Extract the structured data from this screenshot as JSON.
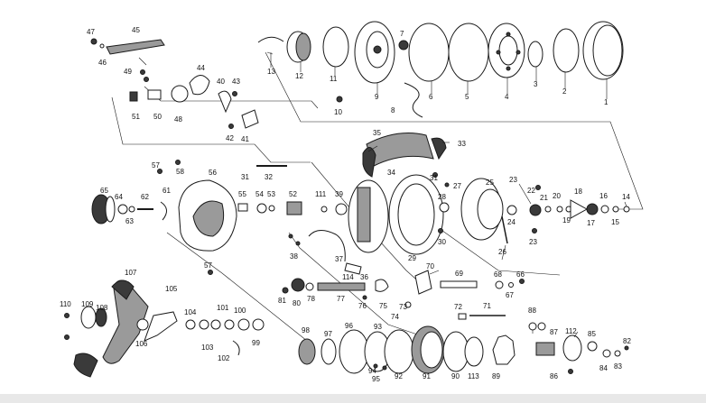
{
  "labels": [
    {
      "id": "p1",
      "text": "1"
    },
    {
      "id": "p2",
      "text": "2"
    },
    {
      "id": "p3",
      "text": "3"
    },
    {
      "id": "p4",
      "text": "4"
    },
    {
      "id": "p5",
      "text": "5"
    },
    {
      "id": "p6",
      "text": "6"
    },
    {
      "id": "p7",
      "text": "7"
    },
    {
      "id": "p8",
      "text": "8"
    },
    {
      "id": "p9",
      "text": "9"
    },
    {
      "id": "p10",
      "text": "10"
    },
    {
      "id": "p11",
      "text": "11"
    },
    {
      "id": "p12",
      "text": "12"
    },
    {
      "id": "p13",
      "text": "13"
    },
    {
      "id": "p14",
      "text": "14"
    },
    {
      "id": "p15",
      "text": "15"
    },
    {
      "id": "p16",
      "text": "16"
    },
    {
      "id": "p17",
      "text": "17"
    },
    {
      "id": "p18",
      "text": "18"
    },
    {
      "id": "p19",
      "text": "19"
    },
    {
      "id": "p20",
      "text": "20"
    },
    {
      "id": "p21",
      "text": "21"
    },
    {
      "id": "p22",
      "text": "22"
    },
    {
      "id": "p23a",
      "text": "23"
    },
    {
      "id": "p23b",
      "text": "23"
    },
    {
      "id": "p24",
      "text": "24"
    },
    {
      "id": "p25",
      "text": "25"
    },
    {
      "id": "p26",
      "text": "26"
    },
    {
      "id": "p27",
      "text": "27"
    },
    {
      "id": "p28",
      "text": "28"
    },
    {
      "id": "p29",
      "text": "29"
    },
    {
      "id": "p30",
      "text": "30"
    },
    {
      "id": "p31a",
      "text": "31"
    },
    {
      "id": "p31b",
      "text": "31"
    },
    {
      "id": "p32",
      "text": "32"
    },
    {
      "id": "p33",
      "text": "33"
    },
    {
      "id": "p34",
      "text": "34"
    },
    {
      "id": "p35",
      "text": "35"
    },
    {
      "id": "p36",
      "text": "36"
    },
    {
      "id": "p37",
      "text": "37"
    },
    {
      "id": "p38",
      "text": "38"
    },
    {
      "id": "p39",
      "text": "39"
    },
    {
      "id": "p40",
      "text": "40"
    },
    {
      "id": "p41",
      "text": "41"
    },
    {
      "id": "p42",
      "text": "42"
    },
    {
      "id": "p43",
      "text": "43"
    },
    {
      "id": "p44",
      "text": "44"
    },
    {
      "id": "p45",
      "text": "45"
    },
    {
      "id": "p46",
      "text": "46"
    },
    {
      "id": "p47",
      "text": "47"
    },
    {
      "id": "p48",
      "text": "48"
    },
    {
      "id": "p49",
      "text": "49"
    },
    {
      "id": "p50",
      "text": "50"
    },
    {
      "id": "p51",
      "text": "51"
    },
    {
      "id": "p52",
      "text": "52"
    },
    {
      "id": "p53",
      "text": "53"
    },
    {
      "id": "p54",
      "text": "54"
    },
    {
      "id": "p55",
      "text": "55"
    },
    {
      "id": "p56",
      "text": "56"
    },
    {
      "id": "p57a",
      "text": "57"
    },
    {
      "id": "p57b",
      "text": "57"
    },
    {
      "id": "p58",
      "text": "58"
    },
    {
      "id": "p61",
      "text": "61"
    },
    {
      "id": "p62",
      "text": "62"
    },
    {
      "id": "p63",
      "text": "63"
    },
    {
      "id": "p64",
      "text": "64"
    },
    {
      "id": "p65",
      "text": "65"
    },
    {
      "id": "p66",
      "text": "66"
    },
    {
      "id": "p67",
      "text": "67"
    },
    {
      "id": "p68",
      "text": "68"
    },
    {
      "id": "p69",
      "text": "69"
    },
    {
      "id": "p70",
      "text": "70"
    },
    {
      "id": "p71",
      "text": "71"
    },
    {
      "id": "p72",
      "text": "72"
    },
    {
      "id": "p73",
      "text": "73"
    },
    {
      "id": "p74",
      "text": "74"
    },
    {
      "id": "p75",
      "text": "75"
    },
    {
      "id": "p76",
      "text": "76"
    },
    {
      "id": "p77",
      "text": "77"
    },
    {
      "id": "p78",
      "text": "78"
    },
    {
      "id": "p80",
      "text": "80"
    },
    {
      "id": "p81",
      "text": "81"
    },
    {
      "id": "p82",
      "text": "82"
    },
    {
      "id": "p83",
      "text": "83"
    },
    {
      "id": "p84",
      "text": "84"
    },
    {
      "id": "p85",
      "text": "85"
    },
    {
      "id": "p86",
      "text": "86"
    },
    {
      "id": "p87",
      "text": "87"
    },
    {
      "id": "p88",
      "text": "88"
    },
    {
      "id": "p89",
      "text": "89"
    },
    {
      "id": "p90",
      "text": "90"
    },
    {
      "id": "p91",
      "text": "91"
    },
    {
      "id": "p92",
      "text": "92"
    },
    {
      "id": "p93",
      "text": "93"
    },
    {
      "id": "p94",
      "text": "94"
    },
    {
      "id": "p95",
      "text": "95"
    },
    {
      "id": "p96",
      "text": "96"
    },
    {
      "id": "p97",
      "text": "97"
    },
    {
      "id": "p98",
      "text": "98"
    },
    {
      "id": "p99",
      "text": "99"
    },
    {
      "id": "p100",
      "text": "100"
    },
    {
      "id": "p101",
      "text": "101"
    },
    {
      "id": "p102",
      "text": "102"
    },
    {
      "id": "p103",
      "text": "103"
    },
    {
      "id": "p104",
      "text": "104"
    },
    {
      "id": "p105",
      "text": "105"
    },
    {
      "id": "p106",
      "text": "106"
    },
    {
      "id": "p107",
      "text": "107"
    },
    {
      "id": "p108",
      "text": "108"
    },
    {
      "id": "p109",
      "text": "109"
    },
    {
      "id": "p110",
      "text": "110"
    },
    {
      "id": "p111",
      "text": "111"
    },
    {
      "id": "p112",
      "text": "112"
    },
    {
      "id": "p113",
      "text": "113"
    },
    {
      "id": "p114",
      "text": "114"
    }
  ]
}
